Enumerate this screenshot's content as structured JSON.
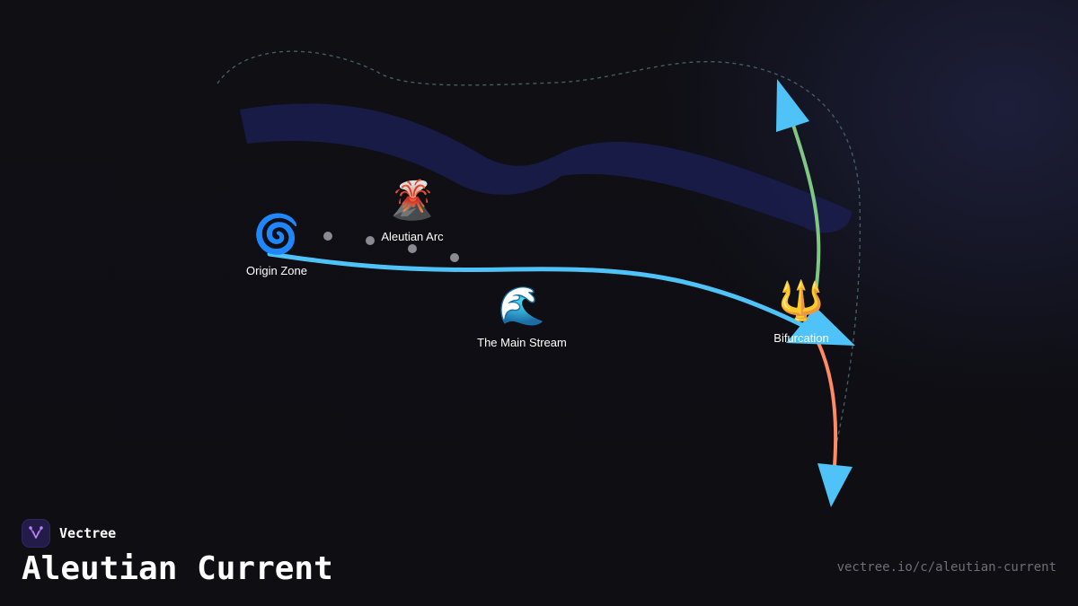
{
  "nodes": {
    "origin": {
      "icon": "cyclone-icon",
      "emoji": "🌀",
      "label": "Origin Zone"
    },
    "arc": {
      "icon": "volcano-icon",
      "emoji": "🌋",
      "label": "Aleutian Arc"
    },
    "stream": {
      "icon": "wave-icon",
      "emoji": "🌊",
      "label": "The Main Stream"
    },
    "bifurcation": {
      "icon": "trident-icon",
      "emoji": "🔱",
      "label": "Bifurcation"
    }
  },
  "colors": {
    "background": "#0f0f14",
    "main_stream": "#4fc3f7",
    "north_branch": "#81c784",
    "south_branch": "#ff8a65",
    "arrowhead": "#4fc3f7",
    "band": "#1a1d4a",
    "dashed_boundary": "#3f5f63",
    "dots": "#8a8a92"
  },
  "brand": {
    "name": "Vectree",
    "logo_icon": "vectree-logo-icon"
  },
  "title": "Aleutian Current",
  "url": "vectree.io/c/aleutian-current"
}
